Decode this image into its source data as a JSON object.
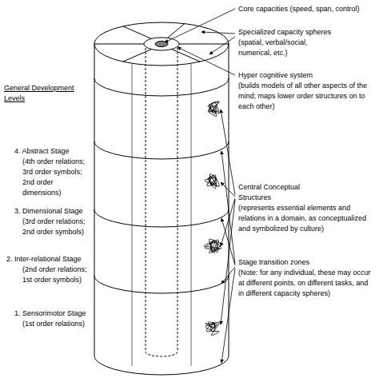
{
  "diagram": {
    "labels": [
      "Core capacities (speed, span, control)",
      "Specialized capacity spheres",
      "(spatial, verbal/social, numerical, etc.)",
      "General Development Levels",
      "Hyper cognitive system",
      "(builds models of all other aspects of the mind; maps lower order structures on to each other)",
      "4. Abstract Stage",
      "(4th order relations; 3rd order symbols; 2nd order dimensions)",
      "Central Conceptual Structures",
      "(represents essential elements and relations in a domain, as conceptualized and symbolized by culture)",
      "3. Dimensional Stage",
      "(3rd order relations; 2nd order symbols)",
      "Stage transition zones",
      "(Note: for any individual, these may occur at different points, on different tasks, and in different capacity spheres)",
      "2. Inter-relational Stage",
      "(2nd order relations; 1st order symbols)",
      "1. Sensorimotor Stage",
      "(1st order relations)"
    ]
  }
}
